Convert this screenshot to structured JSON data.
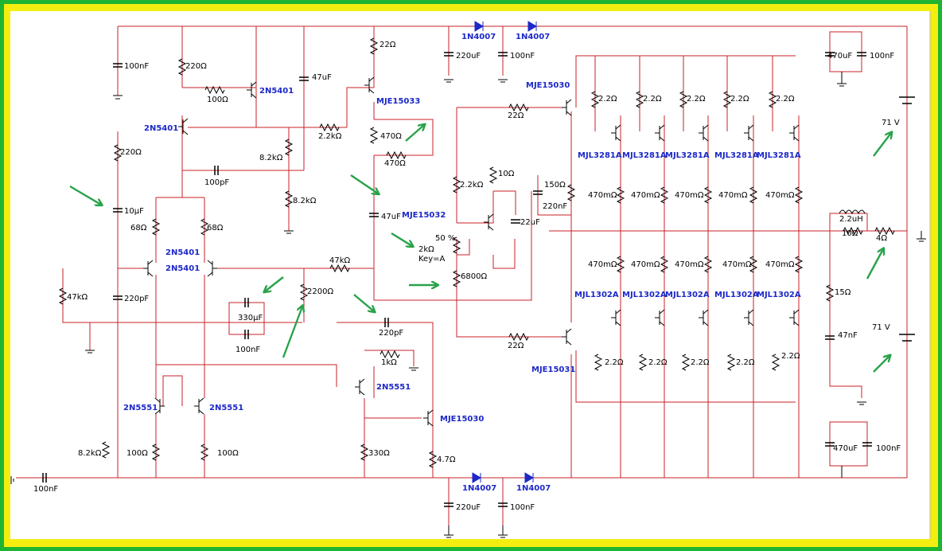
{
  "colors": {
    "outer_border": "#1fb431",
    "inner_border": "#f4ee10",
    "background": "#ffffff",
    "wire": "#c8202a",
    "component": "#000000",
    "part_label": "#1c28c8",
    "arrow": "#29a24a"
  },
  "labels": {
    "c_100nF_a": "100nF",
    "r_220_a": "220Ω",
    "r_100_a": "100Ω",
    "q_2N5401_a": "2N5401",
    "c_47uF_a": "47uF",
    "r_22_a": "22Ω",
    "d_1N4007_a": "1N4007",
    "d_1N4007_b": "1N4007",
    "c_220uF_a": "220uF",
    "c_100nF_b": "100nF",
    "c_470uF_a": "470uF",
    "c_100nF_c": "100nF",
    "q_MJE15033": "MJE15033",
    "q_MJE15030_a": "MJE15030",
    "q_2N5401_b": "2N5401",
    "r_2k2_a": "2.2kΩ",
    "r_470_a": "470Ω",
    "r_470_b": "470Ω",
    "r_22_b": "22Ω",
    "r_8k2_a": "8.2kΩ",
    "r_220_b": "220Ω",
    "c_100pF": "100pF",
    "r_2k2_b": "2.2kΩ",
    "r_10": "10Ω",
    "r_150": "150Ω",
    "c_220nF": "220nF",
    "r_8k2_b": "8.2kΩ",
    "c_10uF": "10µF",
    "c_47uF_b": "47uF",
    "q_MJE15032": "MJE15032",
    "c_22uF": "22uF",
    "r_68_a": "68Ω",
    "r_68_b": "68Ω",
    "q_2N5401_c": "2N5401",
    "q_2N5401_d": "2N5401",
    "pot_pct": "50 %",
    "pot_value": "2kΩ",
    "pot_key": "Key=A",
    "r_47k_a": "47kΩ",
    "r_47k_b": "47kΩ",
    "c_220pF_a": "220pF",
    "r_6800": "6800Ω",
    "r_2200": "2200Ω",
    "c_330uF": "330µF",
    "c_100nF_d": "100nF",
    "c_220pF_b": "220pF",
    "r_22_c": "22Ω",
    "q_MJE15031": "MJE15031",
    "r_1k": "1kΩ",
    "q_2N5551_a": "2N5551",
    "q_2N5551_b": "2N5551",
    "q_2N5551_c": "2N5551",
    "q_MJE15030_b": "MJE15030",
    "r_8k2_c": "8.2kΩ",
    "r_100_b": "100Ω",
    "r_100_c": "100Ω",
    "r_330": "330Ω",
    "r_4k7": "4.7Ω",
    "c_100nF_e": "100nF",
    "d_1N4007_c": "1N4007",
    "d_1N4007_d": "1N4007",
    "c_220uF_b": "220uF",
    "c_100nF_f": "100nF",
    "mjl3281a": [
      "MJL3281A",
      "MJL3281A",
      "MJL3281A",
      "MJL3281A",
      "MJL3281A"
    ],
    "mjl1302a": [
      "MJL1302A",
      "MJL1302A",
      "MJL1302A",
      "MJL1302A",
      "MJL1302A"
    ],
    "r_top_2r2": [
      "2.2Ω",
      "2.2Ω",
      "2.2Ω",
      "2.2Ω",
      "2.2Ω"
    ],
    "r_top_470m": [
      "470mΩ",
      "470mΩ",
      "470mΩ",
      "470mΩ",
      "470mΩ"
    ],
    "r_bot_470m": [
      "470mΩ",
      "470mΩ",
      "470mΩ",
      "470mΩ",
      "470mΩ"
    ],
    "r_bot_2r2": [
      "2.2Ω",
      "2.2Ω",
      "2.2Ω",
      "2.2Ω",
      "2.2Ω"
    ],
    "l_2u2": "2.2uH",
    "r_10_out": "10Ω",
    "r_4_load": "4Ω",
    "r_15": "15Ω",
    "c_47nF": "47nF",
    "v_top": "71 V",
    "v_bot": "71 V",
    "c_470uF_b": "470uF",
    "c_100nF_g": "100nF"
  }
}
